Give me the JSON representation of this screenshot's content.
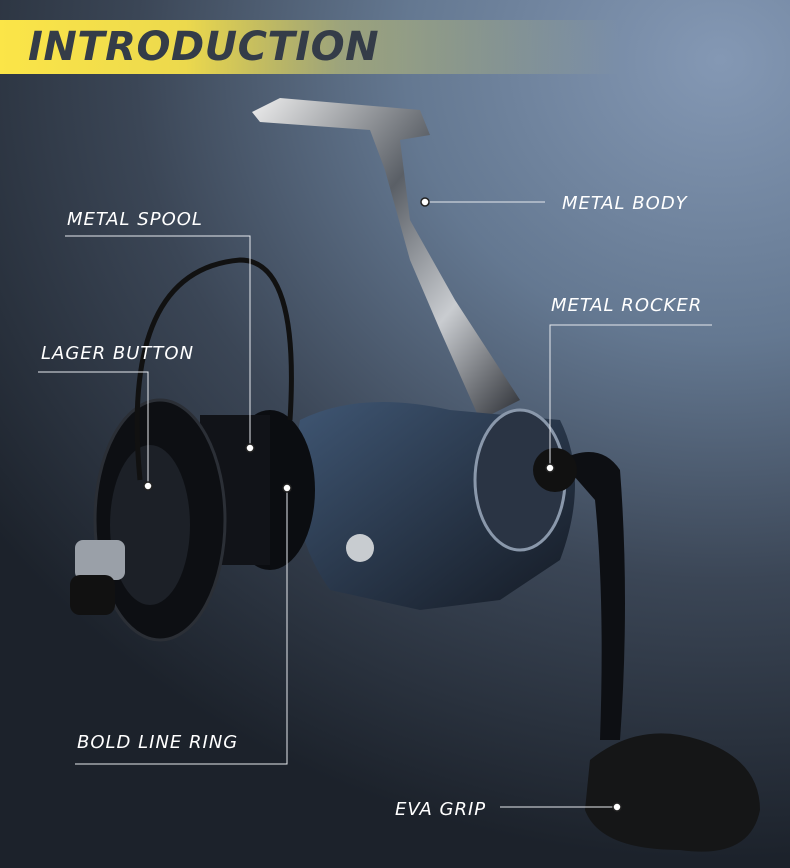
{
  "header": {
    "title": "INTRODUCTION"
  },
  "labels": {
    "metal_body": "METAL BODY",
    "metal_spool": "METAL SPOOL",
    "lager_button": "LAGER BUTTON",
    "metal_rocker": "METAL ROCKER",
    "bold_line_ring": "BOLD LINE RING",
    "eva_grip": "EVA GRIP"
  },
  "colors": {
    "accent": "#fbe548",
    "title_text": "#343c48"
  }
}
